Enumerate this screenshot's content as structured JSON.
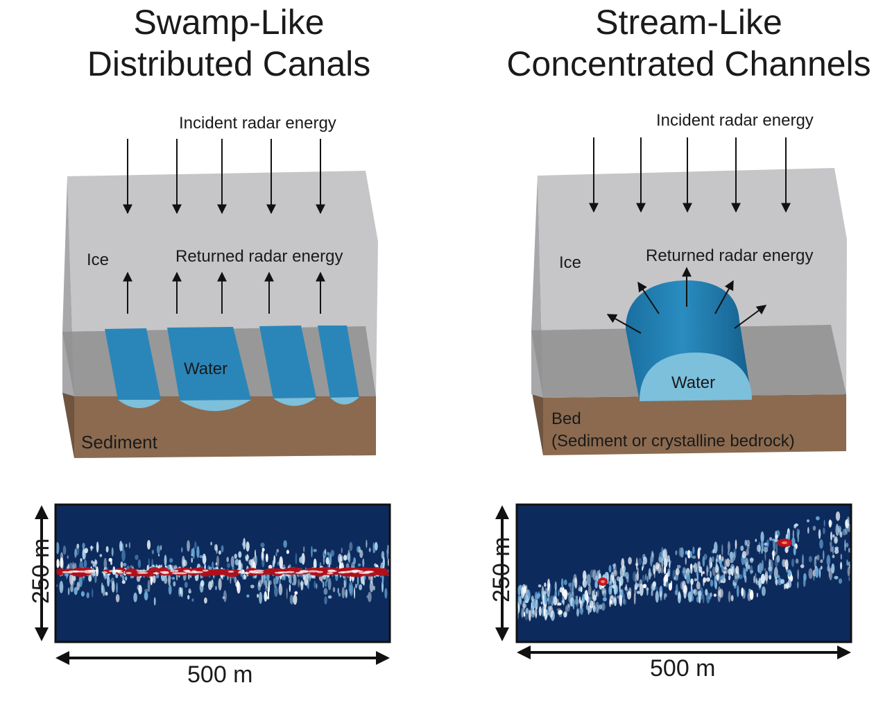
{
  "left_panel": {
    "title_line1": "Swamp-Like",
    "title_line2": "Distributed Canals",
    "incident_label": "Incident radar energy",
    "returned_label": "Returned radar energy",
    "ice_label": "Ice",
    "water_label": "Water",
    "base_label": "Sediment",
    "radargram": {
      "vertical_scale": "250 m",
      "horizontal_scale": "500 m"
    }
  },
  "right_panel": {
    "title_line1": "Stream-Like",
    "title_line2": "Concentrated Channels",
    "incident_label": "Incident radar energy",
    "returned_label": "Returned radar energy",
    "ice_label": "Ice",
    "water_label": "Water",
    "base_label_line1": "Bed",
    "base_label_line2": "(Sediment or crystalline bedrock)",
    "radargram": {
      "vertical_scale": "250 m",
      "horizontal_scale": "500 m"
    }
  },
  "colors": {
    "ice": "#c6c6c8",
    "ice_dark": "#9e9ea0",
    "sediment": "#8b6a4f",
    "water": "#2a86b8",
    "water_light": "#7cc0dc",
    "radar_bg": "#0c2a5c",
    "radar_peak": "#c0121a"
  }
}
